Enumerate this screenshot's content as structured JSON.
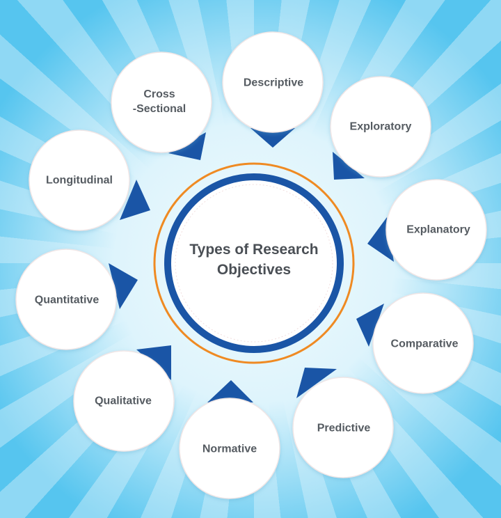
{
  "center": {
    "title_line1": "Types of Research",
    "title_line2": "Objectives"
  },
  "colors": {
    "ring_orange": "#ef8a22",
    "ring_blue": "#1a55a6",
    "pointer_blue": "#1a55a6",
    "text": "#555b61",
    "background_light": "#e6f6fc",
    "background_dark": "#4fc3ef"
  },
  "objectives": [
    {
      "label_line1": "Cross",
      "label_line2": "-Sectional"
    },
    {
      "label_line1": "Descriptive"
    },
    {
      "label_line1": "Exploratory"
    },
    {
      "label_line1": "Explanatory"
    },
    {
      "label_line1": "Comparative"
    },
    {
      "label_line1": "Predictive"
    },
    {
      "label_line1": "Normative"
    },
    {
      "label_line1": "Qualitative"
    },
    {
      "label_line1": "Quantitative"
    },
    {
      "label_line1": "Longitudinal"
    }
  ]
}
